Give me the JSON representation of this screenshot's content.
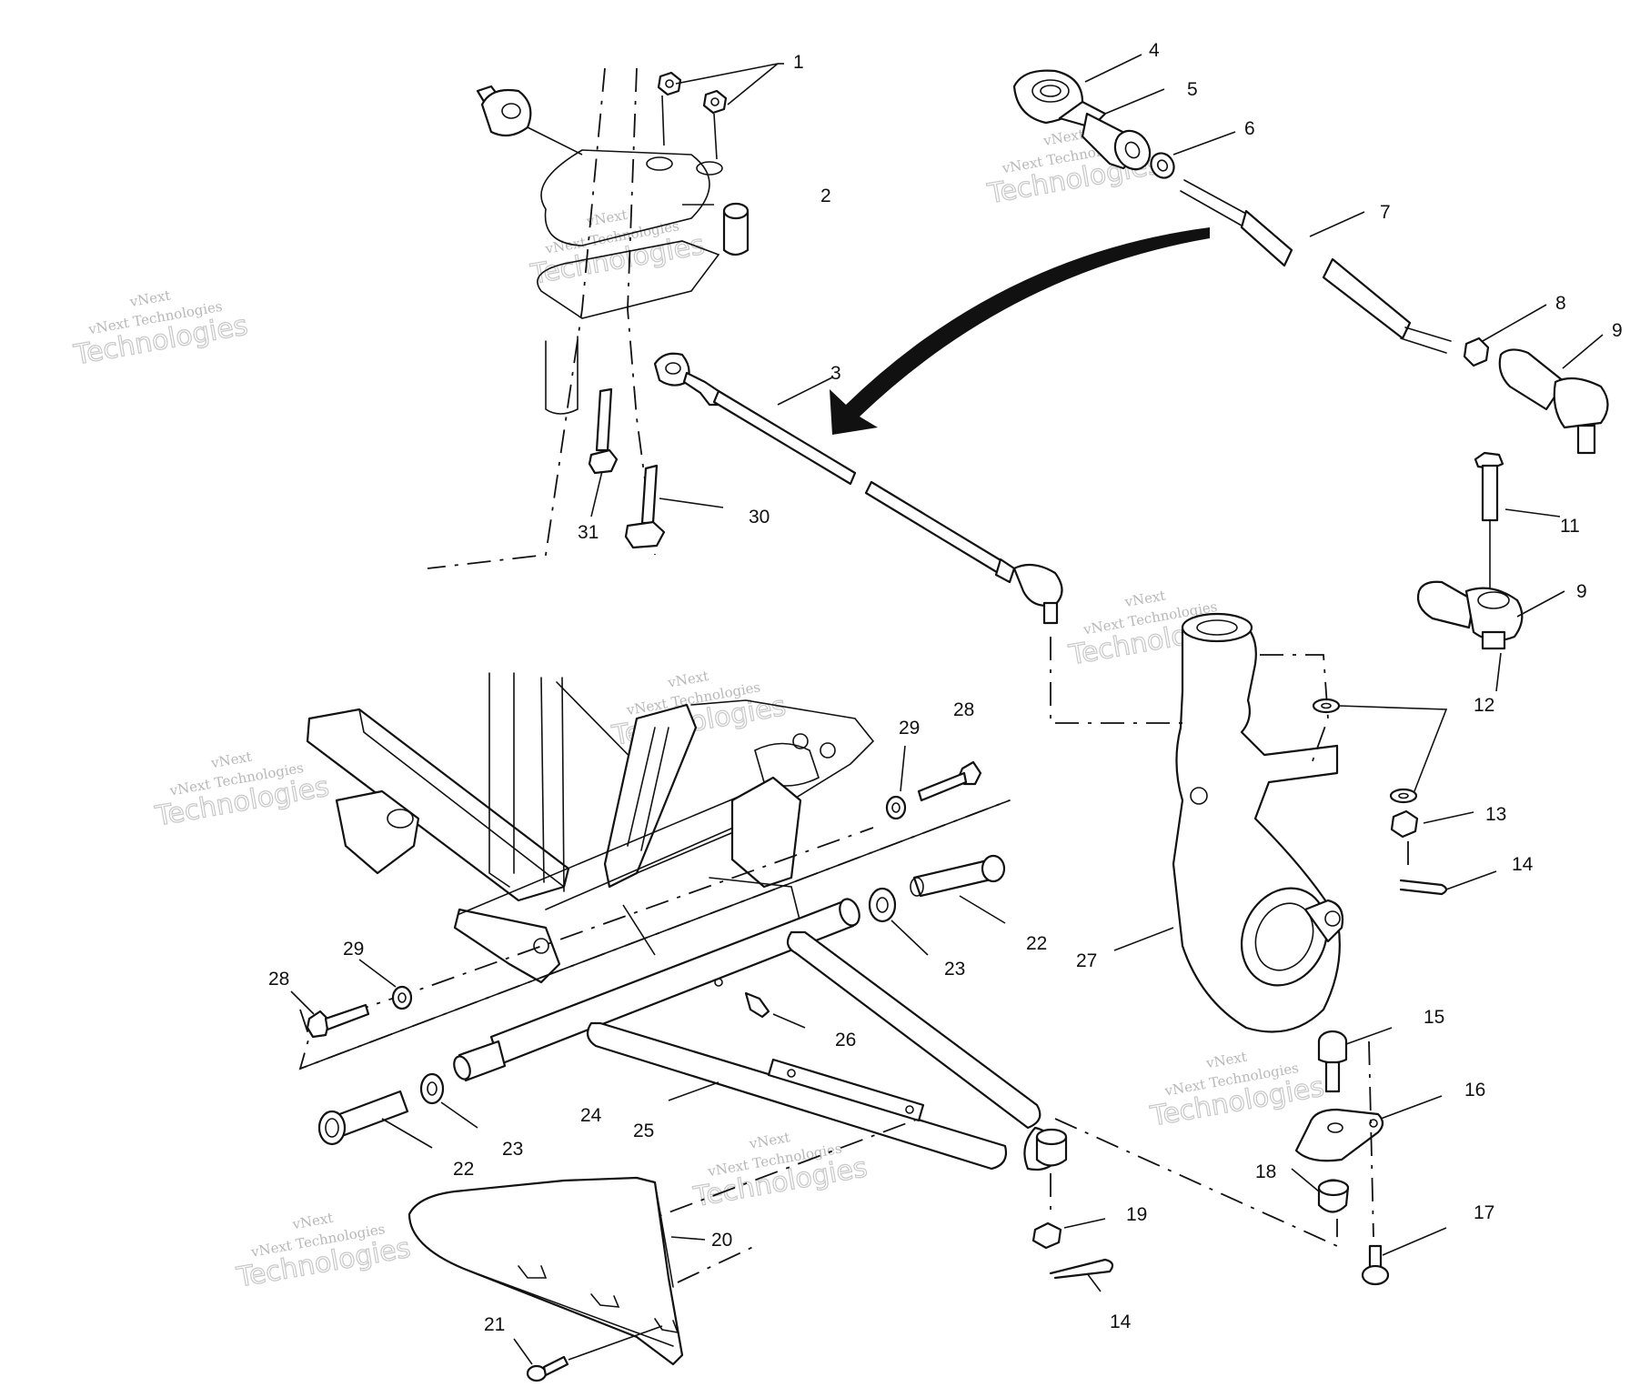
{
  "watermark": {
    "line_small": "vNext Technologies",
    "line_large": "Technologies",
    "line_top": "vNext"
  },
  "callouts": [
    "1",
    "2",
    "3",
    "4",
    "5",
    "6",
    "7",
    "8",
    "9",
    "9",
    "11",
    "12",
    "13",
    "14",
    "14",
    "15",
    "16",
    "17",
    "18",
    "19",
    "20",
    "21",
    "22",
    "22",
    "23",
    "23",
    "24",
    "25",
    "26",
    "27",
    "28",
    "28",
    "29",
    "29",
    "30",
    "31"
  ],
  "colors": {
    "line": "#111111",
    "background": "#ffffff",
    "watermark": "#b8b8b8"
  }
}
